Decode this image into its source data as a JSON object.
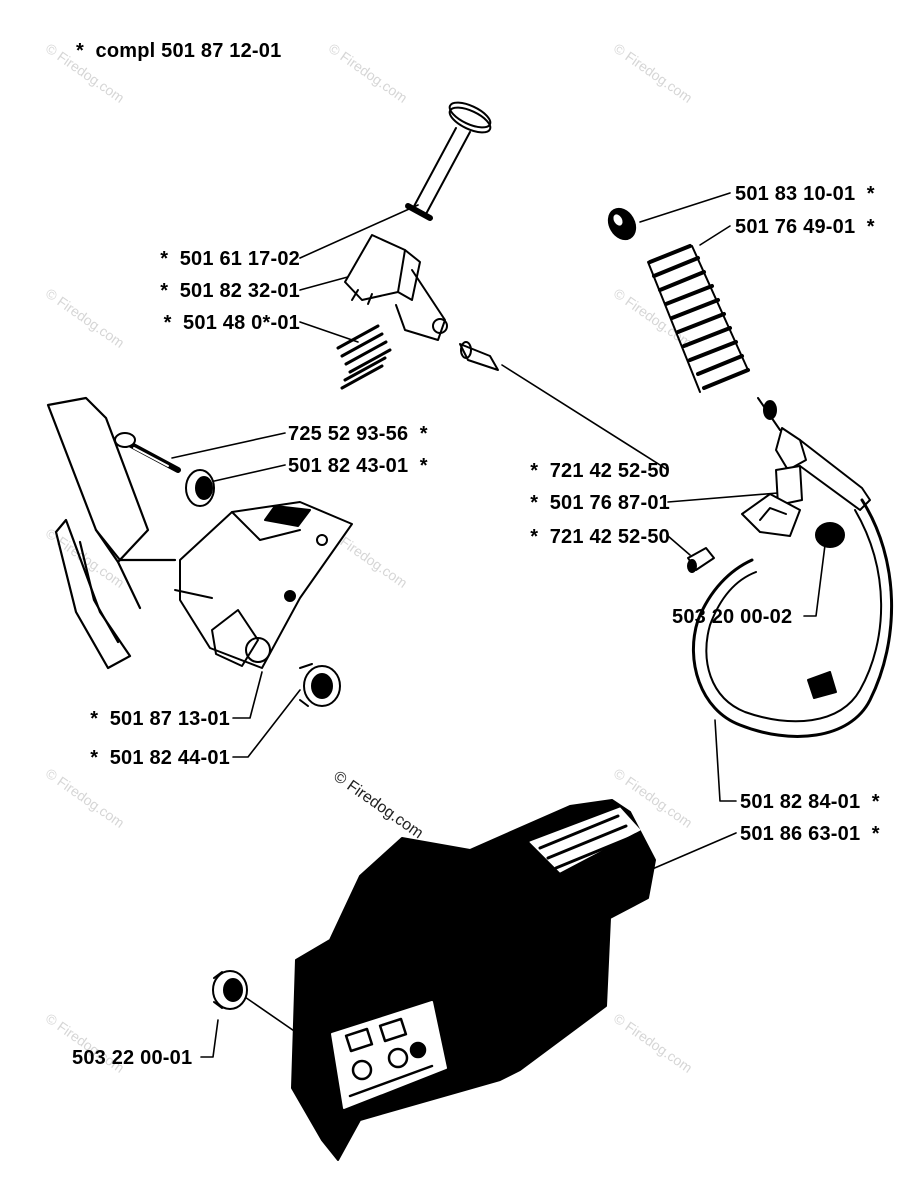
{
  "header": {
    "text": "*  compl 501 87 12-01"
  },
  "watermark": {
    "text": "© Firedog.com"
  },
  "callouts": {
    "p1": "*  501 61 17-02",
    "p2": "*  501 82 32-01",
    "p3": "*  501 48 0*-01",
    "p4": "725 52 93-56  *",
    "p5": "501 82 43-01  *",
    "p6": "*  501 87 13-01",
    "p7": "*  501 82 44-01",
    "p8": "501 83 10-01  *",
    "p9": "501 76 49-01  *",
    "p10": "*  721 42 52-50",
    "p11": "*  501 76 87-01",
    "p12": "*  721 42 52-50",
    "p13": "503 20 00-02",
    "p14": "501 82 84-01  *",
    "p15": "501 86 63-01  *",
    "p16": "503 22 00-01"
  }
}
